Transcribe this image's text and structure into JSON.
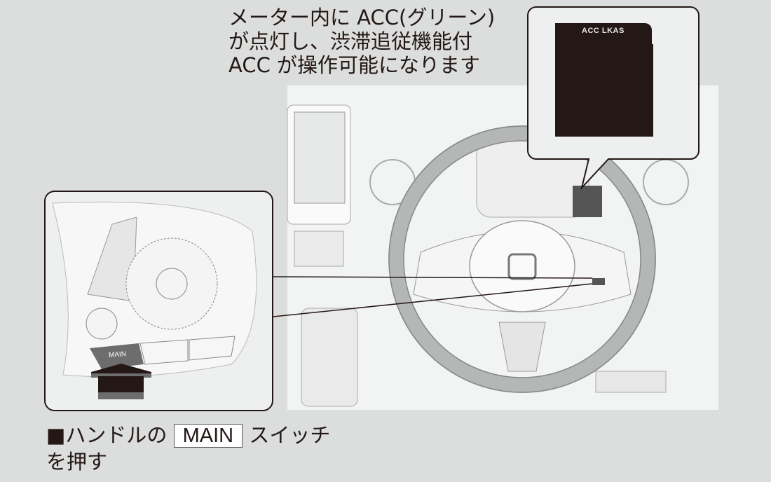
{
  "top_caption": {
    "line1": "メーター内に ACC(グリーン)",
    "line2": "が点灯し、渋滞追従機能付",
    "line3": "ACC が操作可能になります"
  },
  "meter_display": {
    "indicators": "ACC  LKAS"
  },
  "switch_inset": {
    "main_button_label": "MAIN"
  },
  "bottom_caption": {
    "prefix": "■ハンドルの",
    "key": "MAIN",
    "suffix": "スイッチ",
    "line2": "を押す"
  },
  "colors": {
    "background": "#dcdddd",
    "meter_screen": "#231815",
    "arrow": "#231815"
  }
}
